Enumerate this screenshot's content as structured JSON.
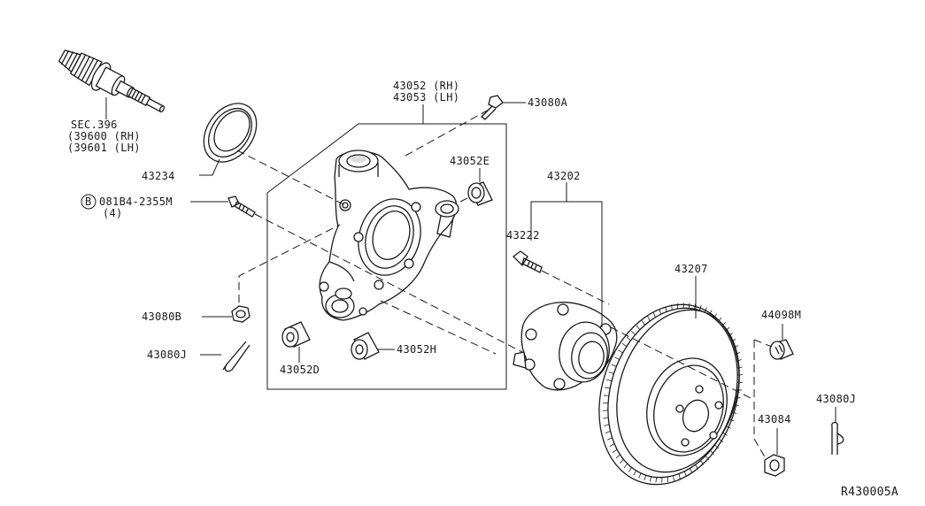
{
  "labels": {
    "sec396": "SEC.396",
    "sec396_rh": "(39600 (RH)",
    "sec396_lh": "(39601 (LH)",
    "p43234": "43234",
    "bolt_callout": "081B4-2355M",
    "bolt_qty": "(4)",
    "bolt_circle_letter": "B",
    "p43080B": "43080B",
    "p43080J_left": "43080J",
    "knuckle_rh": "43052 (RH)",
    "knuckle_lh": "43053 (LH)",
    "p43080A": "43080A",
    "p43052E": "43052E",
    "p43052D": "43052D",
    "p43052H": "43052H",
    "p43202": "43202",
    "p43222": "43222",
    "p43207": "43207",
    "p44098M": "44098M",
    "p43084": "43084",
    "p43080J_right": "43080J",
    "figure_ref": "R430005A"
  }
}
